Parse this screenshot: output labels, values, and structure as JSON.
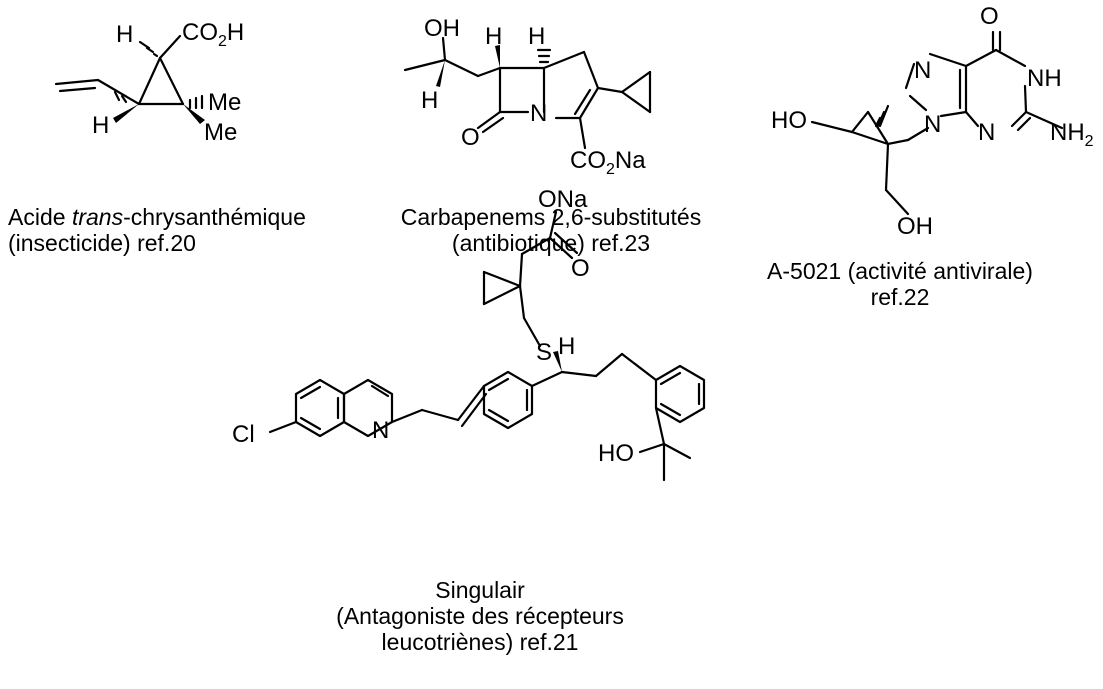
{
  "compounds": [
    {
      "caption_line1_pre": "Acide ",
      "caption_line1_italic": "trans",
      "caption_line1_post": "-chrysanthémique",
      "caption_line2": "(insecticide) ref.20",
      "atoms": {
        "h1": "H",
        "h2": "H",
        "co2h": "CO",
        "co2h_sub": "2",
        "co2h_end": "H",
        "me1": "Me",
        "me2": "Me"
      }
    },
    {
      "caption_line1": "Carbapenems 2,6-substitutés",
      "caption_line2": "(antibiotique) ref.23",
      "atoms": {
        "oh": "OH",
        "h_top": "H",
        "h_top2": "H",
        "h_low": "H",
        "o": "O",
        "n": "N",
        "co2na": "CO",
        "co2na_sub": "2",
        "co2na_end": "Na"
      }
    },
    {
      "caption_line1": "A-5021 (activité antivirale)",
      "caption_line2": "ref.22",
      "atoms": {
        "ho": "HO",
        "oh": "OH",
        "o": "O",
        "n7": "N",
        "n9": "N",
        "nh": "NH",
        "n3": "N",
        "nh2": "NH",
        "nh2_sub": "2"
      }
    },
    {
      "caption_line1": "Singulair",
      "caption_line2": "(Antagoniste des récepteurs",
      "caption_line3": "leucotriènes) ref.21",
      "atoms": {
        "ona": "ONa",
        "o": "O",
        "s": "S",
        "h": "H",
        "cl": "Cl",
        "n": "N",
        "ho": "HO"
      }
    }
  ]
}
